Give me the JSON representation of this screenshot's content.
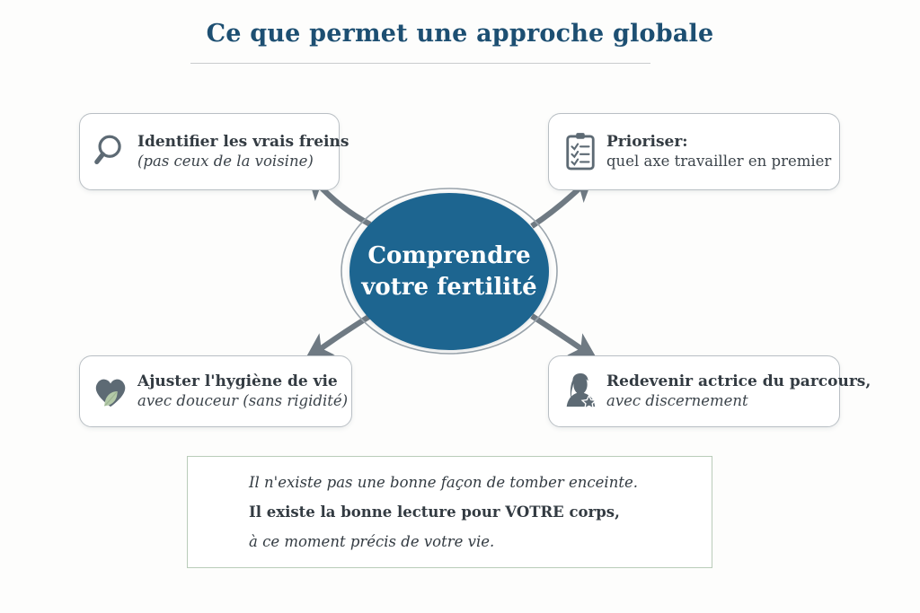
{
  "title": "Ce que permet une approche globale",
  "colors": {
    "title_blue": "#1d4f72",
    "hub_blue": "#1d6590",
    "arrow_grey": "#6f7a83",
    "icon_slate": "#5d6a74",
    "leaf_green": "#b3c9a8",
    "quote_border_green": "#b9ccb9",
    "card_border": "#b9bfc4",
    "background": "#fdfdfc"
  },
  "hub": {
    "line1": "Comprendre",
    "line2": "votre fertilité"
  },
  "cards": [
    {
      "id": "identifier",
      "icon": "magnifier-icon",
      "primary": "Identifier les vrais freins",
      "secondary": "(pas ceux de la voisine)",
      "secondary_style": "italic"
    },
    {
      "id": "prioriser",
      "icon": "clipboard-checklist-icon",
      "primary": "Prioriser:",
      "secondary": "quel axe travailler en premier",
      "secondary_style": "regular"
    },
    {
      "id": "hygiene",
      "icon": "heart-leaf-icon",
      "primary": "Ajuster l'hygiène de vie",
      "secondary": "avec douceur (sans rigidité)",
      "secondary_style": "italic"
    },
    {
      "id": "actrice",
      "icon": "woman-star-icon",
      "primary": "Redevenir actrice du parcours,",
      "secondary": "avec discernement",
      "secondary_style": "italic"
    }
  ],
  "quote": {
    "line1": "Il n'existe pas une bonne façon de tomber enceinte.",
    "line2": "Il existe la bonne lecture pour VOTRE corps,",
    "line3": "à ce moment précis de votre vie."
  }
}
